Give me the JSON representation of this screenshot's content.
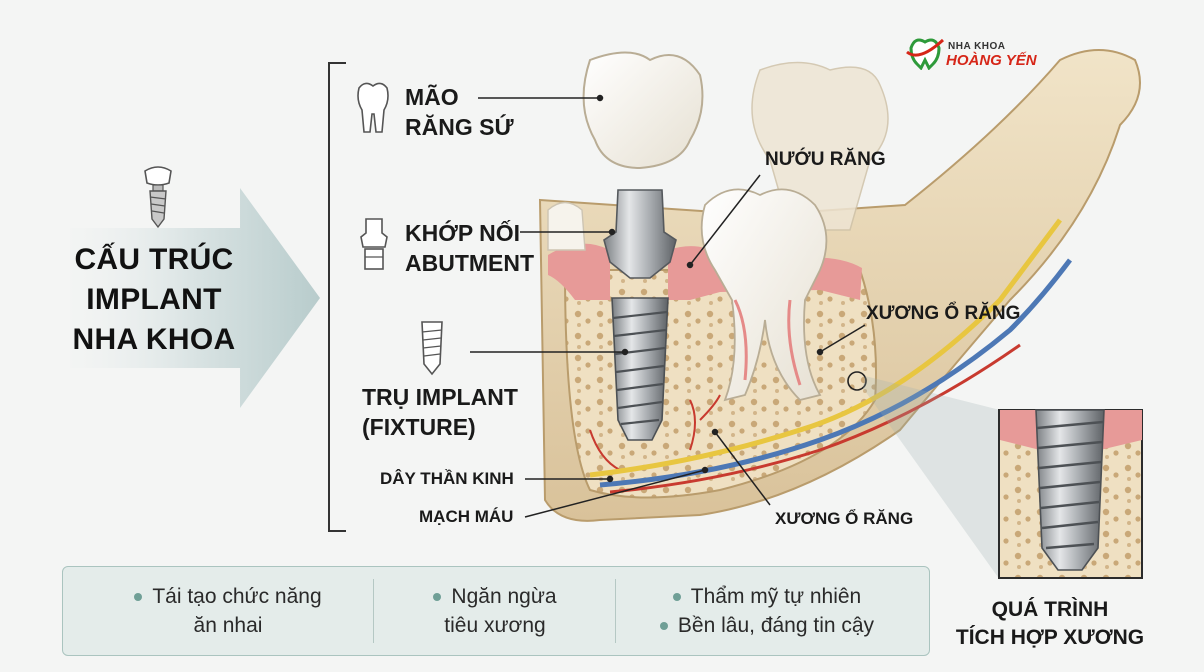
{
  "title": {
    "line1": "CẤU TRÚC",
    "line2": "IMPLANT",
    "line3": "NHA KHOA"
  },
  "logo": {
    "top": "NHA KHOA",
    "brand": "HOÀNG YẾN"
  },
  "labels": {
    "crown_1": "MÃO",
    "crown_2": "RĂNG SỨ",
    "abutment_1": "KHỚP NỐI",
    "abutment_2": "ABUTMENT",
    "fixture_1": "TRỤ IMPLANT",
    "fixture_2": "(FIXTURE)",
    "gum": "NƯỚU RĂNG",
    "socket_bone_upper": "XƯƠNG Ổ RĂNG",
    "socket_bone_lower": "XƯƠNG Ổ RĂNG",
    "nerve": "DÂY THẦN KINH",
    "vessel": "MẠCH MÁU",
    "osseo_1": "QUÁ TRÌNH",
    "osseo_2": "TÍCH HỢP XƯƠNG"
  },
  "benefits": [
    {
      "lines": [
        "Tái tạo chức năng",
        "ăn nhai"
      ]
    },
    {
      "lines": [
        "Ngăn ngừa",
        "tiêu xương"
      ]
    },
    {
      "lines": [
        "Thẩm mỹ tự nhiên",
        "Bền lâu, đáng tin cậy"
      ]
    }
  ],
  "colors": {
    "accent_teal": "#6f9f96",
    "gum_pink": "#e79a98",
    "bone": "#e6d4b4",
    "nerve_yellow": "#e8c640",
    "vessel_blue": "#4d78b5",
    "brand_red": "#d62618",
    "brand_green": "#2e9a3a"
  },
  "icons": [
    "implant-icon",
    "crown-icon",
    "abutment-icon",
    "fixture-icon",
    "logo-tooth-icon",
    "arrow-shape"
  ]
}
